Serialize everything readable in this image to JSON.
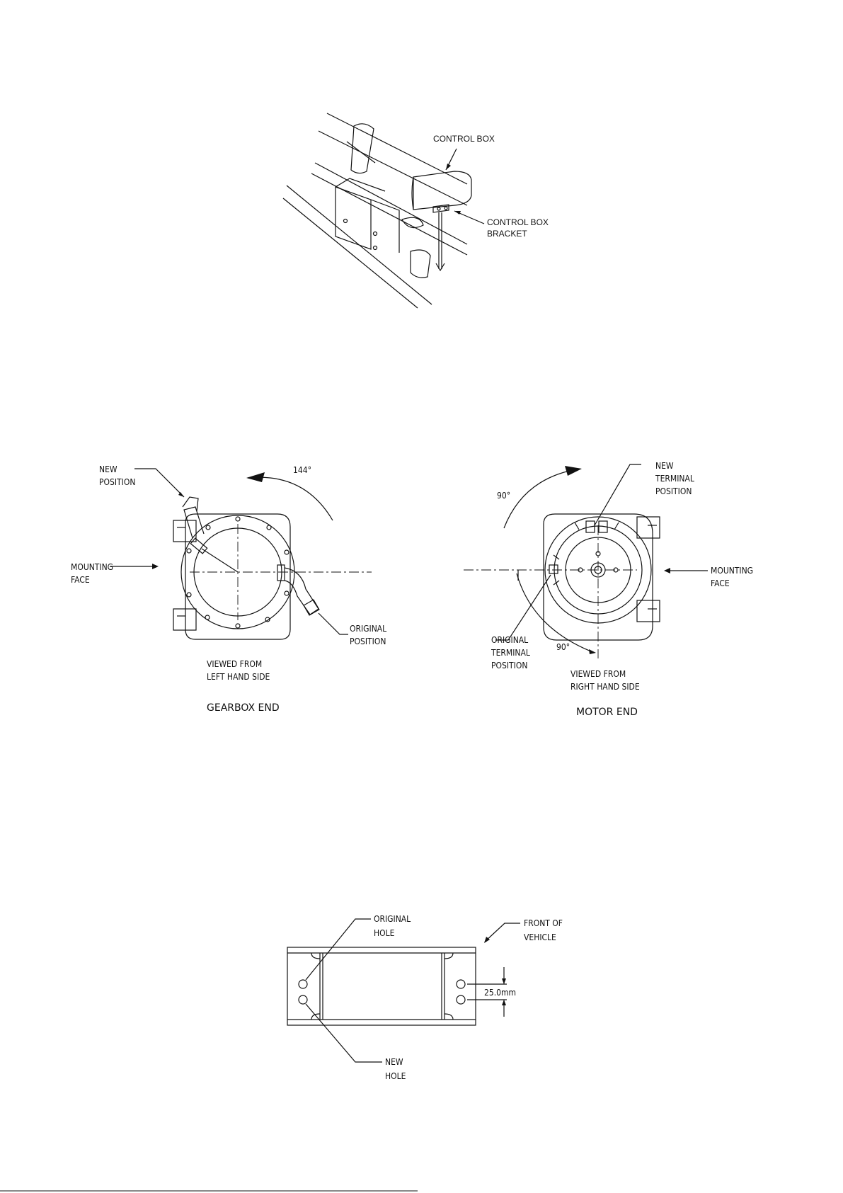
{
  "figure1": {
    "label_control_box": "CONTROL BOX",
    "label_bracket_line1": "CONTROL BOX",
    "label_bracket_line2": "BRACKET"
  },
  "figure2": {
    "gearbox": {
      "new_position_line1": "NEW",
      "new_position_line2": "POSITION",
      "angle": "144°",
      "mounting_face_line1": "MOUNTING",
      "mounting_face_line2": "FACE",
      "original_position_line1": "ORIGINAL",
      "original_position_line2": "POSITION",
      "viewed_line1": "VIEWED FROM",
      "viewed_line2": "LEFT HAND SIDE",
      "title": "GEARBOX END"
    },
    "motor": {
      "angle_top": "90°",
      "new_terminal_line1": "NEW",
      "new_terminal_line2": "TERMINAL",
      "new_terminal_line3": "POSITION",
      "mounting_face_line1": "MOUNTING",
      "mounting_face_line2": "FACE",
      "original_terminal_line1": "ORIGINAL",
      "original_terminal_line2": "TERMINAL",
      "original_terminal_line3": "POSITION",
      "angle_bottom": "90°",
      "viewed_line1": "VIEWED FROM",
      "viewed_line2": "RIGHT HAND SIDE",
      "title": "MOTOR END"
    }
  },
  "figure3": {
    "original_hole_line1": "ORIGINAL",
    "original_hole_line2": "HOLE",
    "front_line1": "FRONT OF",
    "front_line2": "VEHICLE",
    "dimension": "25.0mm",
    "new_hole_line1": "NEW",
    "new_hole_line2": "HOLE"
  }
}
